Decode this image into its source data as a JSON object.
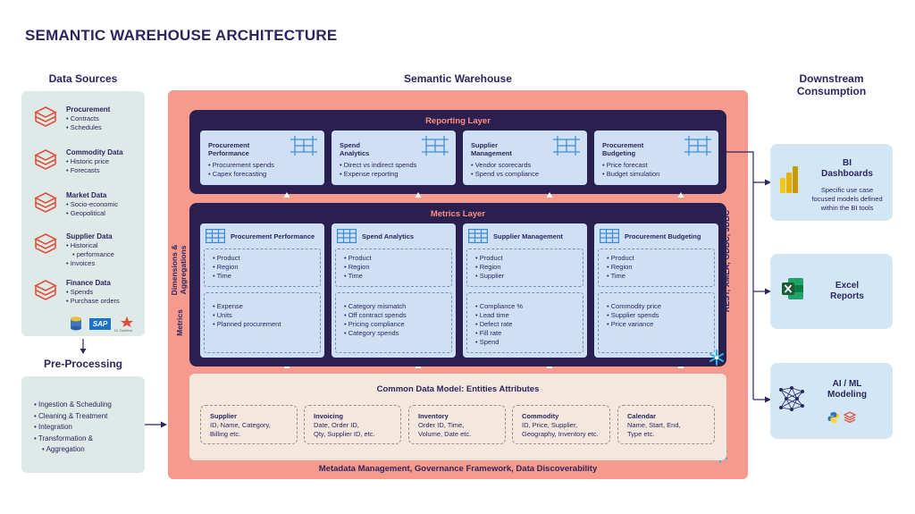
{
  "title": "SEMANTIC WAREHOUSE ARCHITECTURE",
  "columns": {
    "data_sources": "Data Sources",
    "semantic_warehouse": "Semantic Warehouse",
    "downstream_line1": "Downstream",
    "downstream_line2": "Consumption",
    "pre_processing": "Pre-Processing"
  },
  "sources": [
    {
      "title": "Procurement",
      "items": [
        "Contracts",
        "Schedules"
      ]
    },
    {
      "title": "Commodity Data",
      "items": [
        "Historic price",
        "Forecasts"
      ]
    },
    {
      "title": "Market Data",
      "items": [
        "Socio-economic",
        "Geopolitical"
      ]
    },
    {
      "title": "Supplier Data",
      "items": [
        "Historical",
        "performance",
        "Invoices"
      ]
    },
    {
      "title": "Finance Data",
      "items": [
        "Spends",
        "Purchase orders"
      ]
    }
  ],
  "source_logos": {
    "sap": "SAP",
    "dashboard": "Dl. Dashbd"
  },
  "pre_processing_items": [
    "Ingestion & Scheduling",
    "Cleaning & Treatment",
    "Integration",
    "Transformation &",
    "Aggregation"
  ],
  "reporting_layer": {
    "label": "Reporting Layer",
    "cards": [
      {
        "title1": "Procurement",
        "title2": "Performance",
        "items": [
          "Procurement spends",
          "Capex forecasting"
        ]
      },
      {
        "title1": "Spend",
        "title2": "Analytics",
        "items": [
          "Direct vs indirect spends",
          "Expense reporting"
        ]
      },
      {
        "title1": "Supplier",
        "title2": "Management",
        "items": [
          "Vendor scorecards",
          "Spend vs compliance"
        ]
      },
      {
        "title1": "Procurement",
        "title2": "Budgeting",
        "items": [
          "Price forecast",
          "Budget simulation"
        ]
      }
    ]
  },
  "metrics_layer": {
    "label": "Metrics Layer",
    "side_label_dims_1": "Dimensions &",
    "side_label_dims_2": "Aggregations",
    "side_label_metrics": "Metrics",
    "cards": [
      {
        "title": "Procurement Performance",
        "dims": [
          "Product",
          "Region",
          "Time"
        ],
        "metrics": [
          "Expense",
          "Units",
          "Planned procurement"
        ]
      },
      {
        "title": "Spend Analytics",
        "dims": [
          "Product",
          "Region",
          "Time"
        ],
        "metrics": [
          "Category mismatch",
          "Off contract spends",
          "Pricing compliance",
          "Category spends"
        ]
      },
      {
        "title": "Supplier Management",
        "dims": [
          "Product",
          "Region",
          "Supplier"
        ],
        "metrics": [
          "Compliance %",
          "Lead time",
          "Defect rate",
          "Fill rate",
          "Spend"
        ]
      },
      {
        "title": "Procurement Budgeting",
        "dims": [
          "Product",
          "Region",
          "Time"
        ],
        "metrics": [
          "Commodity price",
          "Supplier spends",
          "Price variance"
        ]
      }
    ]
  },
  "api_label": "REST, XMLA, ODBC, JDBC",
  "common_data_model": {
    "label": "Common Data Model: Entities Attributes",
    "entities": [
      {
        "title": "Supplier",
        "line1": "ID, Name, Category,",
        "line2": "Billing etc."
      },
      {
        "title": "Invoicing",
        "line1": "Date, Order ID,",
        "line2": "Qty, Supplier ID, etc."
      },
      {
        "title": "Inventory",
        "line1": "Order ID, Time,",
        "line2": "Volume, Date etc."
      },
      {
        "title": "Commodity",
        "line1": "ID, Price, Supplier,",
        "line2": "Geography, Inventory etc."
      },
      {
        "title": "Calendar",
        "line1": "Name, Start, End,",
        "line2": "Type etc."
      }
    ]
  },
  "footer_label": "Metadata Management, Governance Framework, Data Discoverability",
  "downstream": [
    {
      "title1": "BI",
      "title2": "Dashboards",
      "desc": [
        "Specific use case",
        "focused models defined",
        "within the BI tools"
      ]
    },
    {
      "title1": "Excel",
      "title2": "Reports",
      "desc": []
    },
    {
      "title1": "AI / ML",
      "title2": "Modeling",
      "desc": []
    }
  ],
  "colors": {
    "navy": "#29204f",
    "salmon": "#f59a8c",
    "card_blue": "#cfe0f5",
    "panel_green": "#dfe9e7",
    "beige": "#f4e8de",
    "layer_label": "#ff8e80",
    "accent_blue": "#3a8ad6"
  }
}
